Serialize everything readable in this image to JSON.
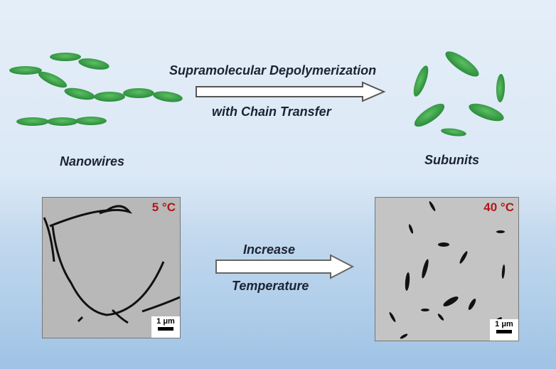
{
  "top": {
    "left_label": "Nanowires",
    "right_label": "Subunits",
    "arrow_text_top": "Supramolecular Depolymerization",
    "arrow_text_bottom": "with Chain Transfer"
  },
  "bottom": {
    "arrow_text_top": "Increase",
    "arrow_text_bottom": "Temperature",
    "left_image": {
      "temperature": "5 °C",
      "scale_bar": "1 μm"
    },
    "right_image": {
      "temperature": "40 °C",
      "scale_bar": "1 μm"
    }
  },
  "colors": {
    "particle": "#3a9a48",
    "temp_label": "#b01818"
  }
}
